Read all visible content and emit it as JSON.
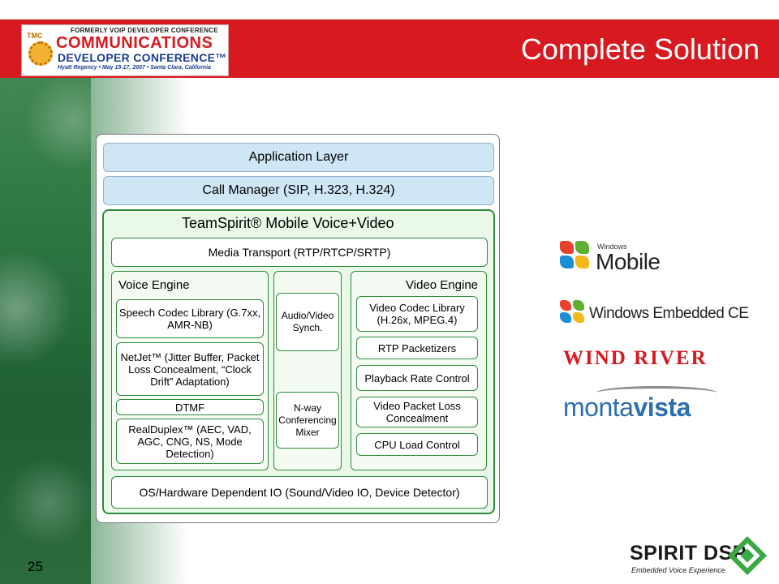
{
  "header": {
    "title": "Complete Solution",
    "conference_logo": {
      "badge": "TMC",
      "formerly": "FORMERLY VOIP DEVELOPER CONFERENCE",
      "line1": "COMMUNICATIONS",
      "line2": "DEVELOPER CONFERENCE™",
      "venue": "Hyatt Regency • May 15-17, 2007 • Santa Clara, California"
    }
  },
  "diagram": {
    "application_layer": "Application Layer",
    "call_manager": "Call Manager (SIP, H.323, H.324)",
    "teamspirit_title": "TeamSpirit® Mobile Voice+Video",
    "media_transport": "Media Transport (RTP/RTCP/SRTP)",
    "voice_engine": {
      "title": "Voice Engine",
      "modules": [
        "Speech Codec Library (G.7xx, AMR-NB)",
        "NetJet™ (Jitter Buffer, Packet Loss Concealment, “Clock Drift” Adaptation)",
        "DTMF",
        "RealDuplex™ (AEC, VAD, AGC, CNG, NS, Mode Detection)"
      ]
    },
    "middle": {
      "av_synch": "Audio/Video Synch.",
      "mixer": "N-way Conferencing Mixer"
    },
    "video_engine": {
      "title": "Video Engine",
      "modules": [
        "Video Codec Library (H.26x, MPEG.4)",
        "RTP Packetizers",
        "Playback Rate Control",
        "Video Packet Loss Concealment",
        "CPU Load Control"
      ]
    },
    "os_layer": "OS/Hardware Dependent IO (Sound/Video IO, Device Detector)"
  },
  "platform_logos": {
    "windows_mobile_small": "Windows",
    "windows_mobile": "Mobile",
    "windows_ce": "Windows Embedded CE",
    "wind_river": "WIND RIVER",
    "montavista_a": "monta",
    "montavista_b": "vista"
  },
  "footer": {
    "slide_number": "25",
    "company": "SPIRIT DSP",
    "tagline": "Embedded Voice Experience"
  },
  "colors": {
    "header_red": "#d71920",
    "diagram_green": "#2e8b3a",
    "diagram_blue": "#cfe6f5",
    "spirit_green": "#3aa845"
  }
}
